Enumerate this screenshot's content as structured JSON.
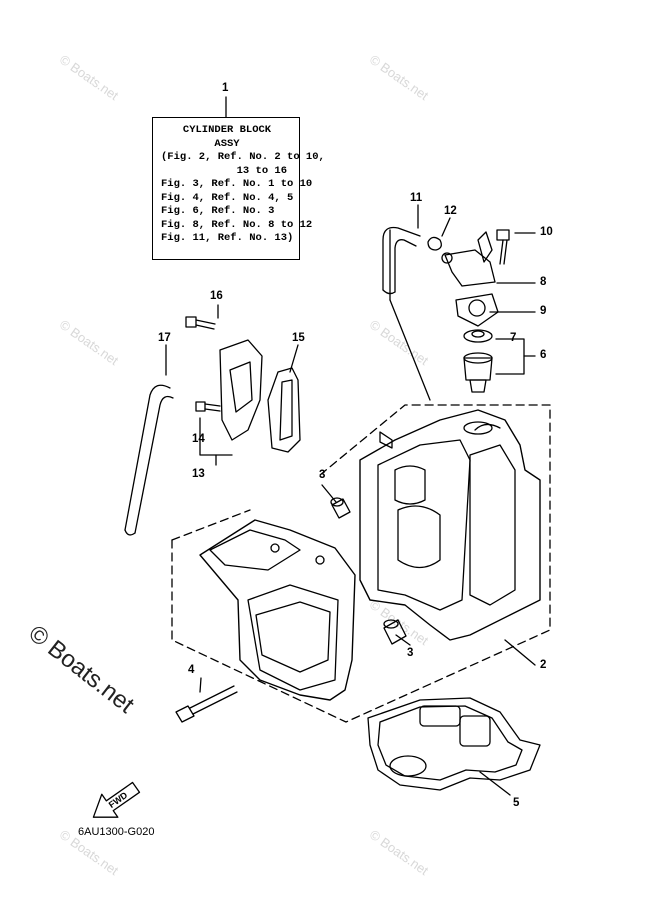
{
  "assy_box": {
    "ref": "1",
    "title_line1": "CYLINDER BLOCK",
    "title_line2": "ASSY",
    "lines": [
      "(Fig. 2, Ref. No. 2 to 10,",
      "            13 to 16",
      "Fig. 3, Ref. No. 1 to 10",
      "Fig. 4, Ref. No. 4, 5",
      "Fig. 6, Ref. No. 3",
      "Fig. 8, Ref. No. 8 to 12",
      "Fig. 11, Ref. No. 13)"
    ]
  },
  "callouts": {
    "c2": "2",
    "c3a": "3",
    "c3b": "3",
    "c4": "4",
    "c5": "5",
    "c6": "6",
    "c7": "7",
    "c8": "8",
    "c9": "9",
    "c10": "10",
    "c11": "11",
    "c12": "12",
    "c13": "13",
    "c14": "14",
    "c15": "15",
    "c16": "16",
    "c17": "17"
  },
  "fwd_label": "FWD",
  "diagram_code": "6AU1300-G020",
  "watermark": "© Boats.net",
  "watermark_small": "© Boats.net"
}
